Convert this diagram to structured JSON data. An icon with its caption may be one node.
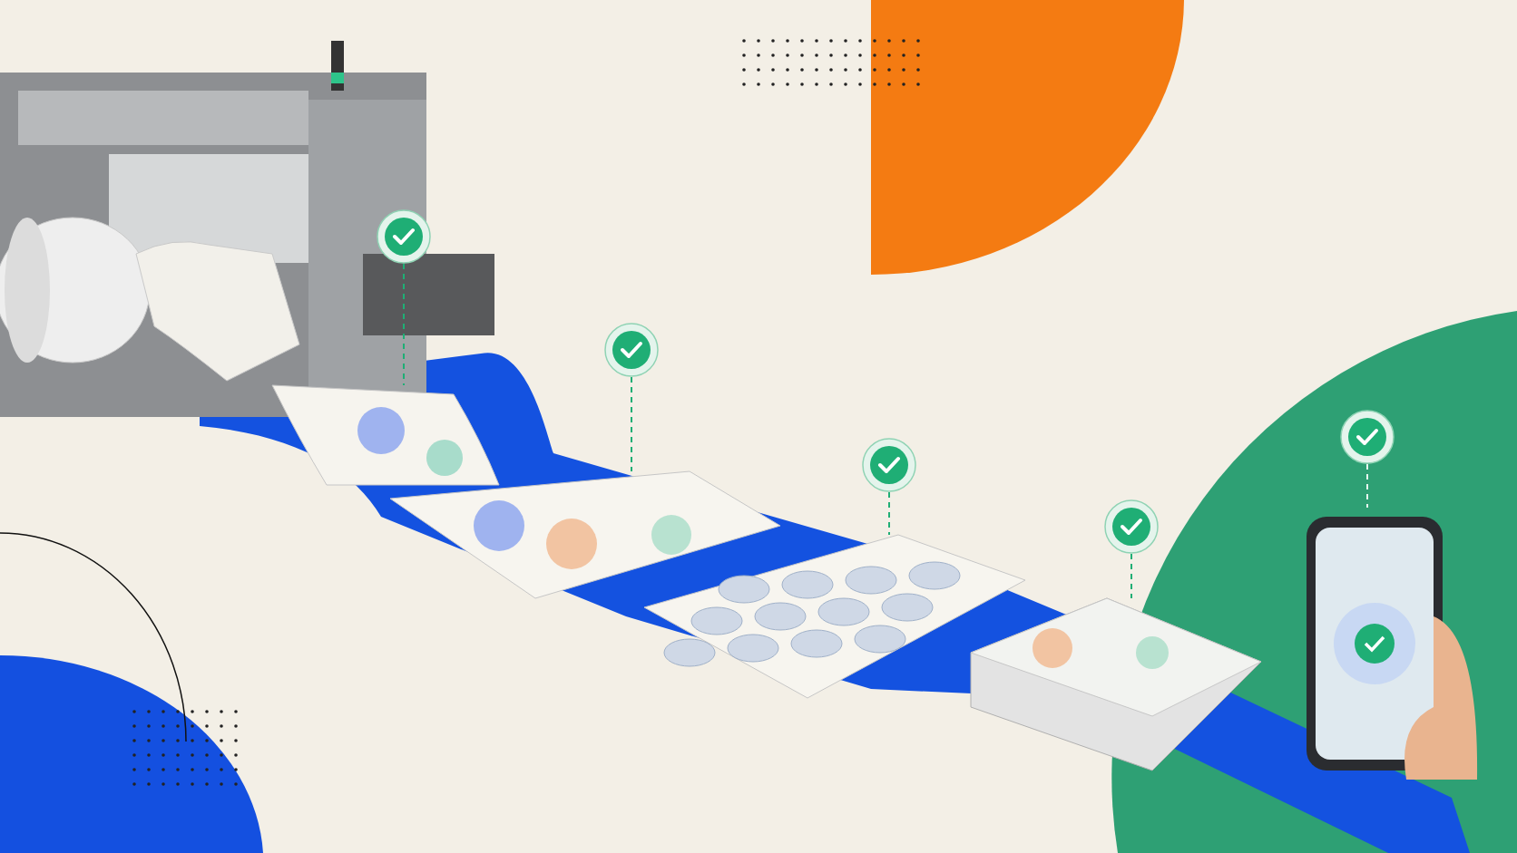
{
  "diagram": {
    "nodes": [
      {
        "text": [],
        "shape": "circle"
      },
      {
        "text": [],
        "shape": "picture"
      },
      {
        "text": [],
        "shape": "circle"
      },
      {
        "text": [],
        "shape": "picture"
      },
      {
        "text": [],
        "shape": "circle"
      },
      {
        "text": [],
        "shape": "picture"
      },
      {
        "text": [],
        "shape": "circle"
      },
      {
        "text": [],
        "shape": "picture"
      },
      {
        "text": [],
        "shape": "circle"
      },
      {
        "text": [],
        "shape": "picture"
      }
    ],
    "edges": [
      {
        "from": 0,
        "to": 1,
        "arrow": "none",
        "style": "dashed"
      },
      {
        "from": 2,
        "to": 3,
        "arrow": "none",
        "style": "dashed"
      },
      {
        "from": 4,
        "to": 5,
        "arrow": "none",
        "style": "dashed"
      },
      {
        "from": 6,
        "to": 7,
        "arrow": "none",
        "style": "dashed"
      },
      {
        "from": 8,
        "to": 9,
        "arrow": "none",
        "style": "dashed",
        "color": "#e6f5ee"
      }
    ]
  }
}
